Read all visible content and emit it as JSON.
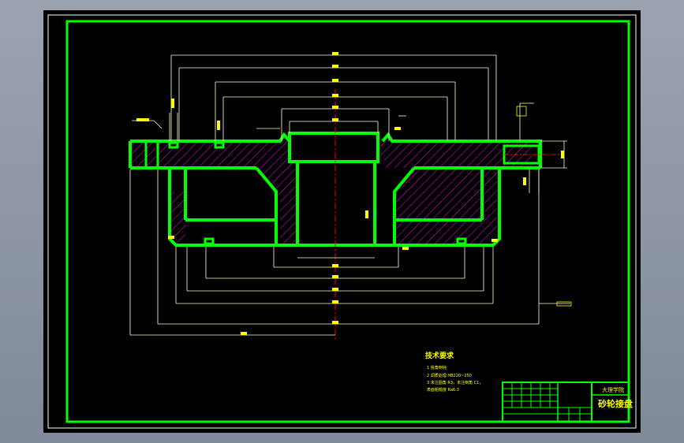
{
  "drawing": {
    "tech_req_title": "技术要求",
    "tech_req_items": [
      "1  锐角倒钝",
      "2  调质处理 HB220~250",
      "3  未注圆角 R3，未注倒角 C1，",
      "   表面粗糙度 Ra6.3"
    ],
    "title_block": {
      "school": "大理学院",
      "part_name": "砂轮接盘"
    }
  },
  "colors": {
    "sheet": "#000000",
    "frame": "#00ff00",
    "outline": "#00ff00",
    "dimension": "#ffffcc",
    "hatch": "#ff00ff",
    "centerline": "#ff0000",
    "text": "#ffff00",
    "viewport": "#8b95a4"
  }
}
